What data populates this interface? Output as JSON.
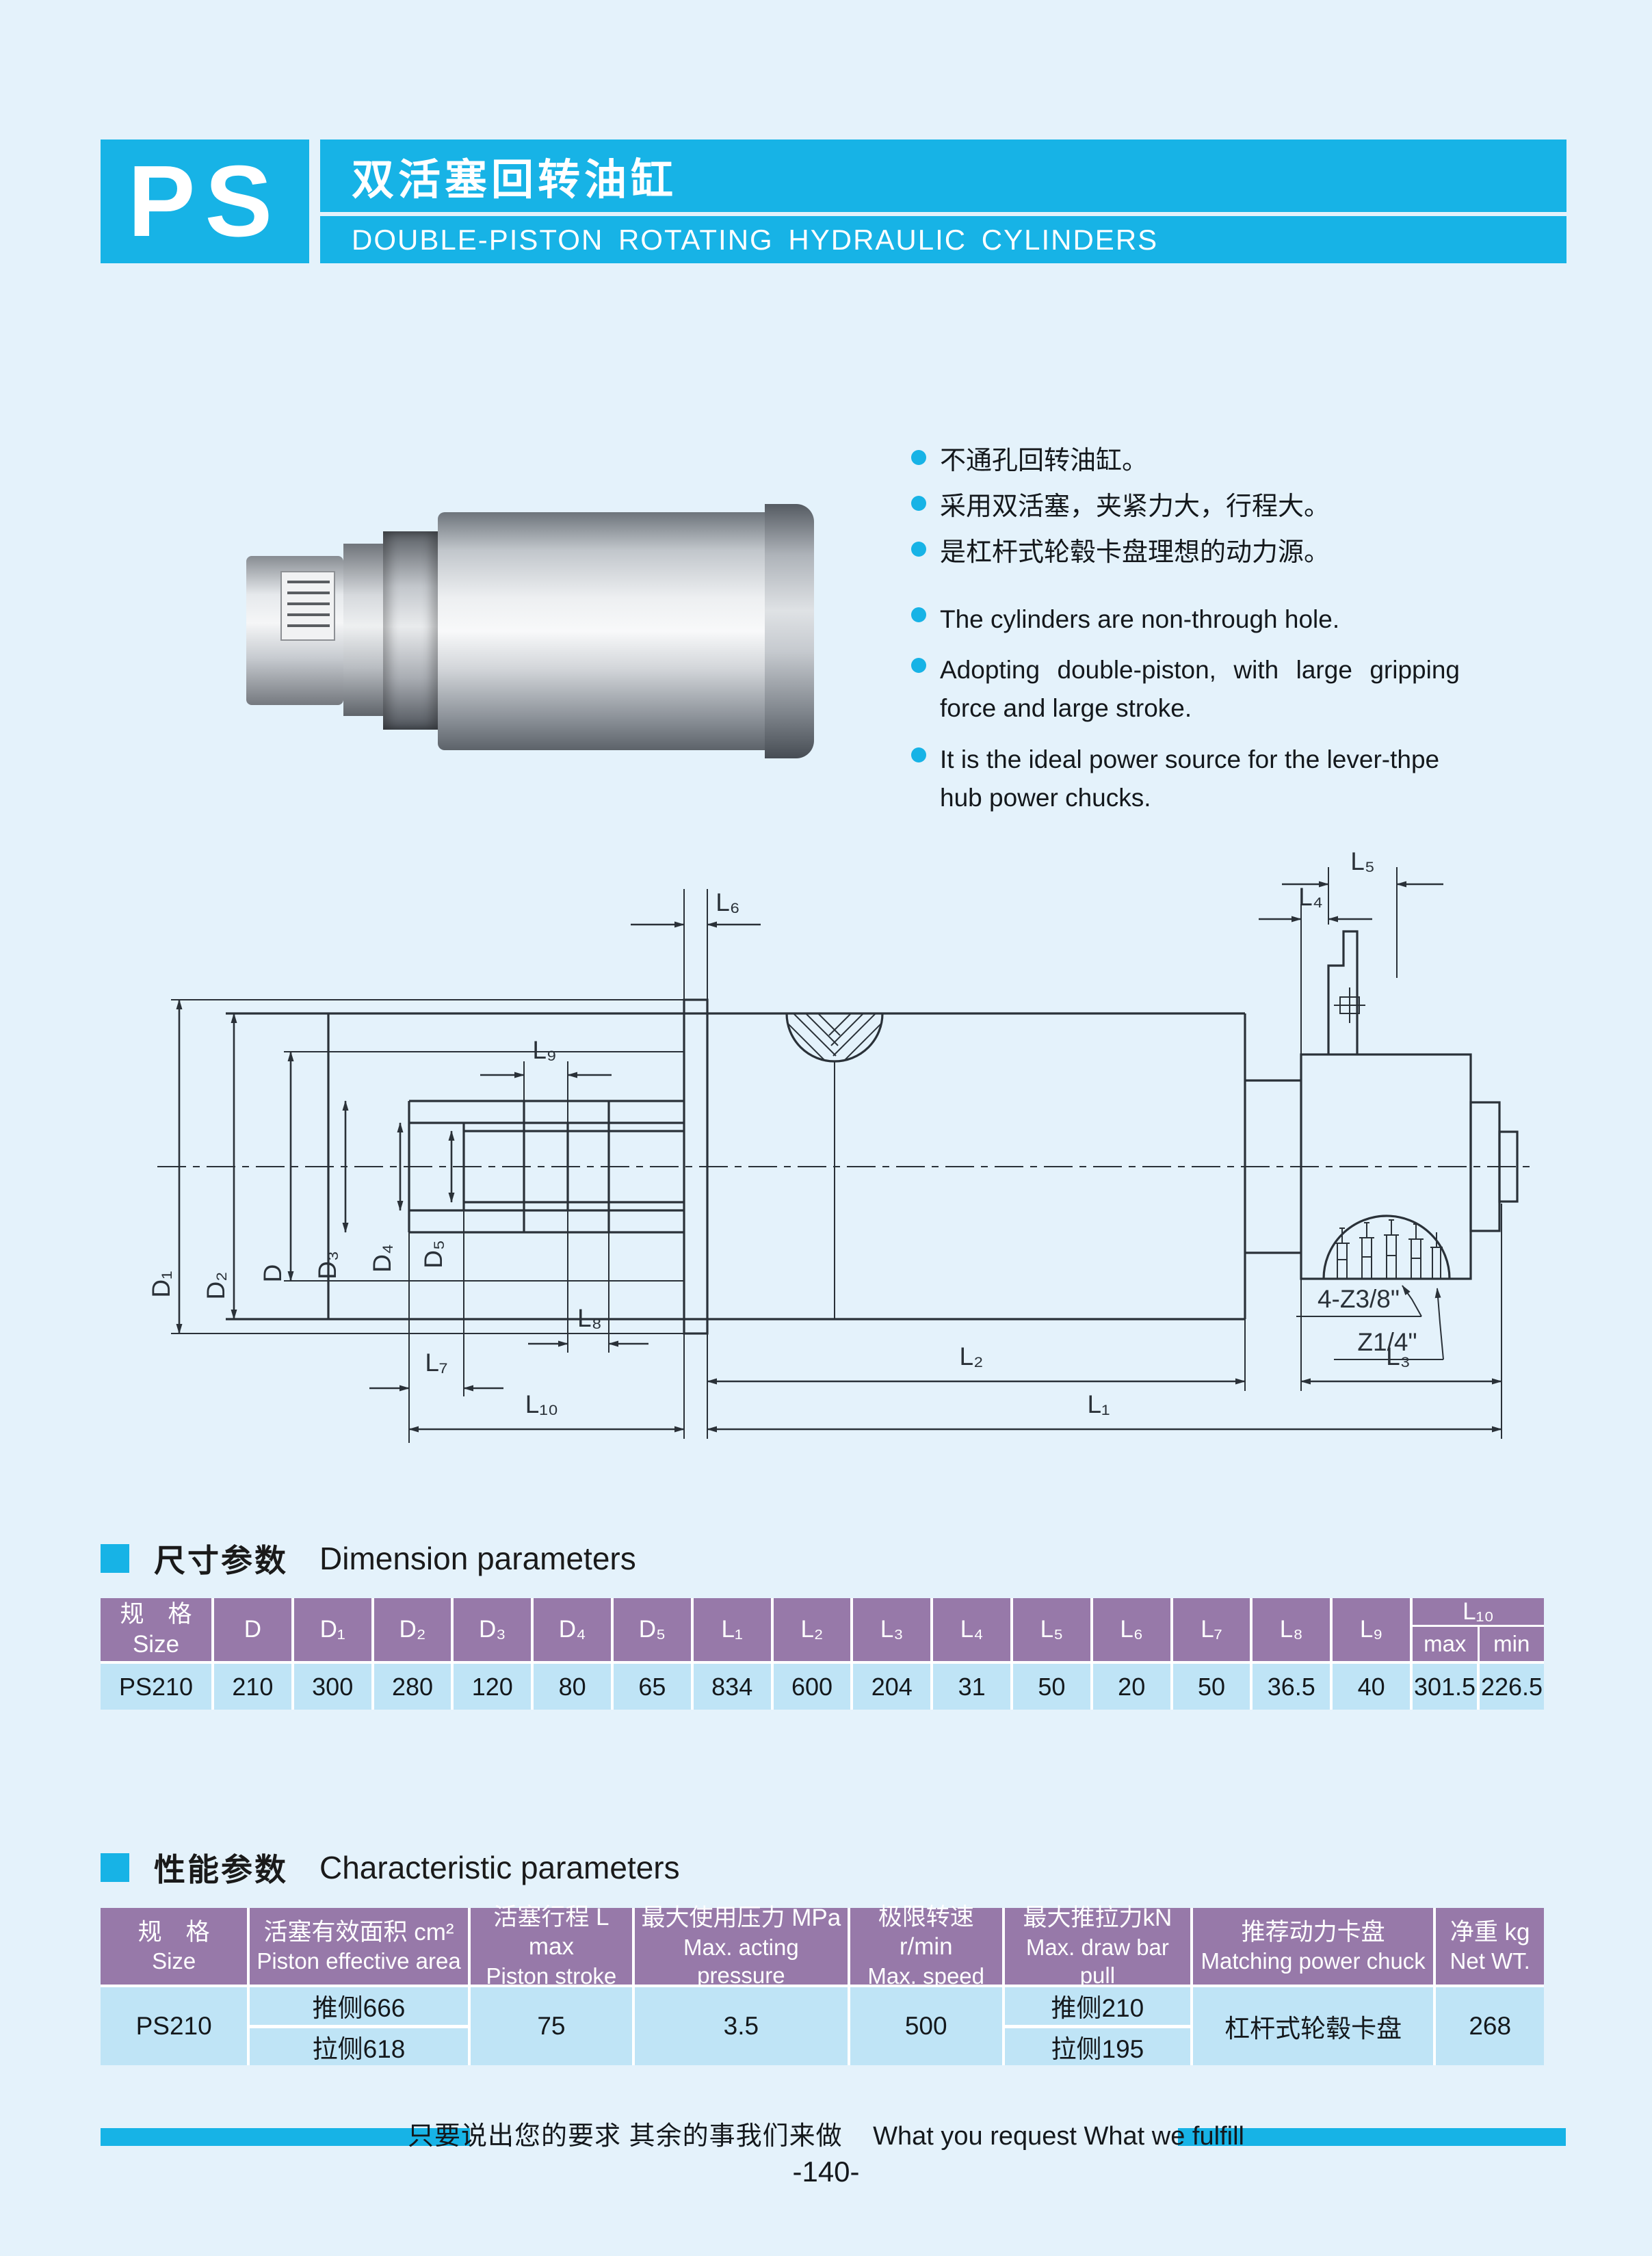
{
  "header": {
    "code": "PS",
    "title_zh": "双活塞回转油缸",
    "title_en": "DOUBLE-PISTON ROTATING HYDRAULIC CYLINDERS"
  },
  "features": {
    "zh": [
      "不通孔回转油缸。",
      "采用双活塞，夹紧力大，行程大。",
      "是杠杆式轮毂卡盘理想的动力源。"
    ],
    "en": [
      "The cylinders are non-through hole.",
      "Adopting double-piston, with large gripping force and large stroke.",
      "It is the ideal power source for the lever-thpe hub power chucks."
    ]
  },
  "diagram": {
    "labels": {
      "d1": "D₁",
      "d2": "D₂",
      "d": "D",
      "d3": "D₃",
      "d4": "D₄",
      "d5": "D₅",
      "l1": "L₁",
      "l2": "L₂",
      "l3": "L₃",
      "l4": "L₄",
      "l5": "L₅",
      "l6": "L₆",
      "l7": "L₇",
      "l8": "L₈",
      "l9": "L₉",
      "l10": "L₁₀",
      "port_thread": "4-Z3/8\"",
      "port_thread2": "Z1/4\""
    }
  },
  "dimension_section": {
    "title_zh": "尺寸参数",
    "title_en": "Dimension parameters",
    "size_zh": "规　格",
    "size_en": "Size",
    "cols": [
      "D",
      "D₁",
      "D₂",
      "D₃",
      "D₄",
      "D₅",
      "L₁",
      "L₂",
      "L₃",
      "L₄",
      "L₅",
      "L₆",
      "L₇",
      "L₈",
      "L₉"
    ],
    "l10": "L₁₀",
    "l10_max": "max",
    "l10_min": "min",
    "values": [
      "PS210",
      "210",
      "300",
      "280",
      "120",
      "80",
      "65",
      "834",
      "600",
      "204",
      "31",
      "50",
      "20",
      "50",
      "36.5",
      "40",
      "301.5",
      "226.5"
    ]
  },
  "characteristic_section": {
    "title_zh": "性能参数",
    "title_en": "Characteristic parameters",
    "headers": [
      {
        "zh": "规　格",
        "en": "Size"
      },
      {
        "zh": "活塞有效面积 cm²",
        "en": "Piston effective area"
      },
      {
        "zh": "活塞行程 L max",
        "en": "Piston stroke"
      },
      {
        "zh": "最大使用压力 MPa",
        "en": "Max. acting pressure"
      },
      {
        "zh": "极限转速 r/min",
        "en": "Max. speed"
      },
      {
        "zh": "最大推拉力kN",
        "en": "Max. draw bar pull"
      },
      {
        "zh": "推荐动力卡盘",
        "en": "Matching power chuck"
      },
      {
        "zh": "净重 kg",
        "en": "Net WT."
      }
    ],
    "row": {
      "model": "PS210",
      "area_push": "推侧666",
      "area_pull": "拉侧618",
      "stroke": "75",
      "pressure": "3.5",
      "speed": "500",
      "draw_push": "推侧210",
      "draw_pull": "拉侧195",
      "chuck": "杠杆式轮毂卡盘",
      "weight": "268"
    }
  },
  "footer": {
    "slogan_zh": "只要说出您的要求 其余的事我们来做",
    "slogan_en": "What you request What we fulfill",
    "page_number": "-140-"
  }
}
